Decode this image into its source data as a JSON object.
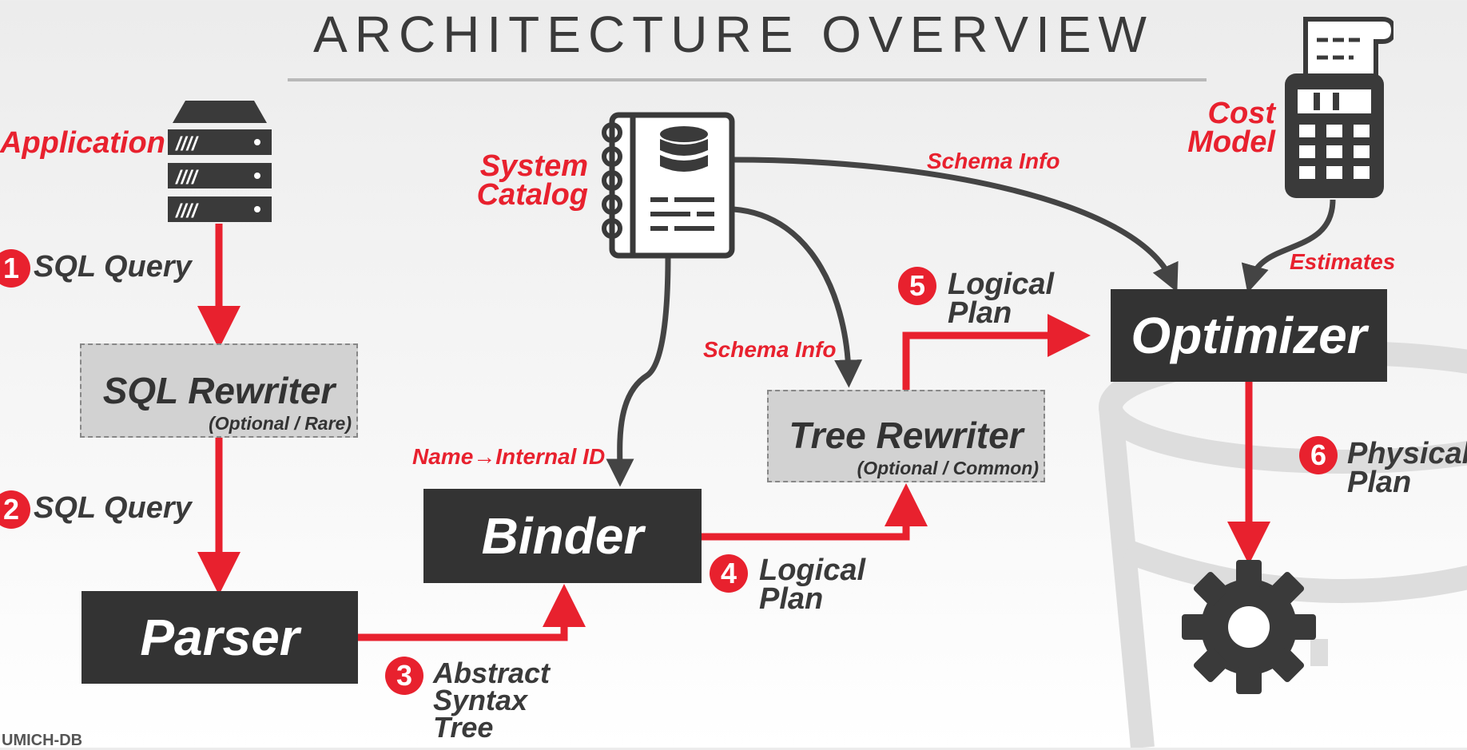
{
  "title": "ARCHITECTURE OVERVIEW",
  "footer": "UMICH-DB",
  "labels": {
    "application": "Application",
    "system_catalog": [
      "System",
      "Catalog"
    ],
    "cost_model": [
      "Cost",
      "Model"
    ],
    "schema_info_top": "Schema Info",
    "schema_info_mid": "Schema Info",
    "name_internal_id": "Name→Internal ID",
    "estimates": "Estimates"
  },
  "components": {
    "sql_rewriter": {
      "name": "SQL Rewriter",
      "note": "(Optional / Rare)"
    },
    "parser": {
      "name": "Parser"
    },
    "binder": {
      "name": "Binder"
    },
    "tree_rewriter": {
      "name": "Tree Rewriter",
      "note": "(Optional / Common)"
    },
    "optimizer": {
      "name": "Optimizer"
    }
  },
  "steps": [
    {
      "number": "1",
      "text": [
        "SQL Query"
      ]
    },
    {
      "number": "2",
      "text": [
        "SQL Query"
      ]
    },
    {
      "number": "3",
      "text": [
        "Abstract",
        "Syntax",
        "Tree"
      ]
    },
    {
      "number": "4",
      "text": [
        "Logical",
        "Plan"
      ]
    },
    {
      "number": "5",
      "text": [
        "Logical",
        "Plan"
      ]
    },
    {
      "number": "6",
      "text": [
        "Physical",
        "Plan"
      ]
    }
  ],
  "colors": {
    "accent": "#e8212e",
    "dark": "#333333",
    "gray_box": "#d2d2d2",
    "connector": "#444444",
    "background_db": "#d9d9d9"
  },
  "icons": [
    "server-rack-icon",
    "catalog-book-icon",
    "database-icon",
    "calculator-icon",
    "gear-icon",
    "database-background-icon"
  ]
}
